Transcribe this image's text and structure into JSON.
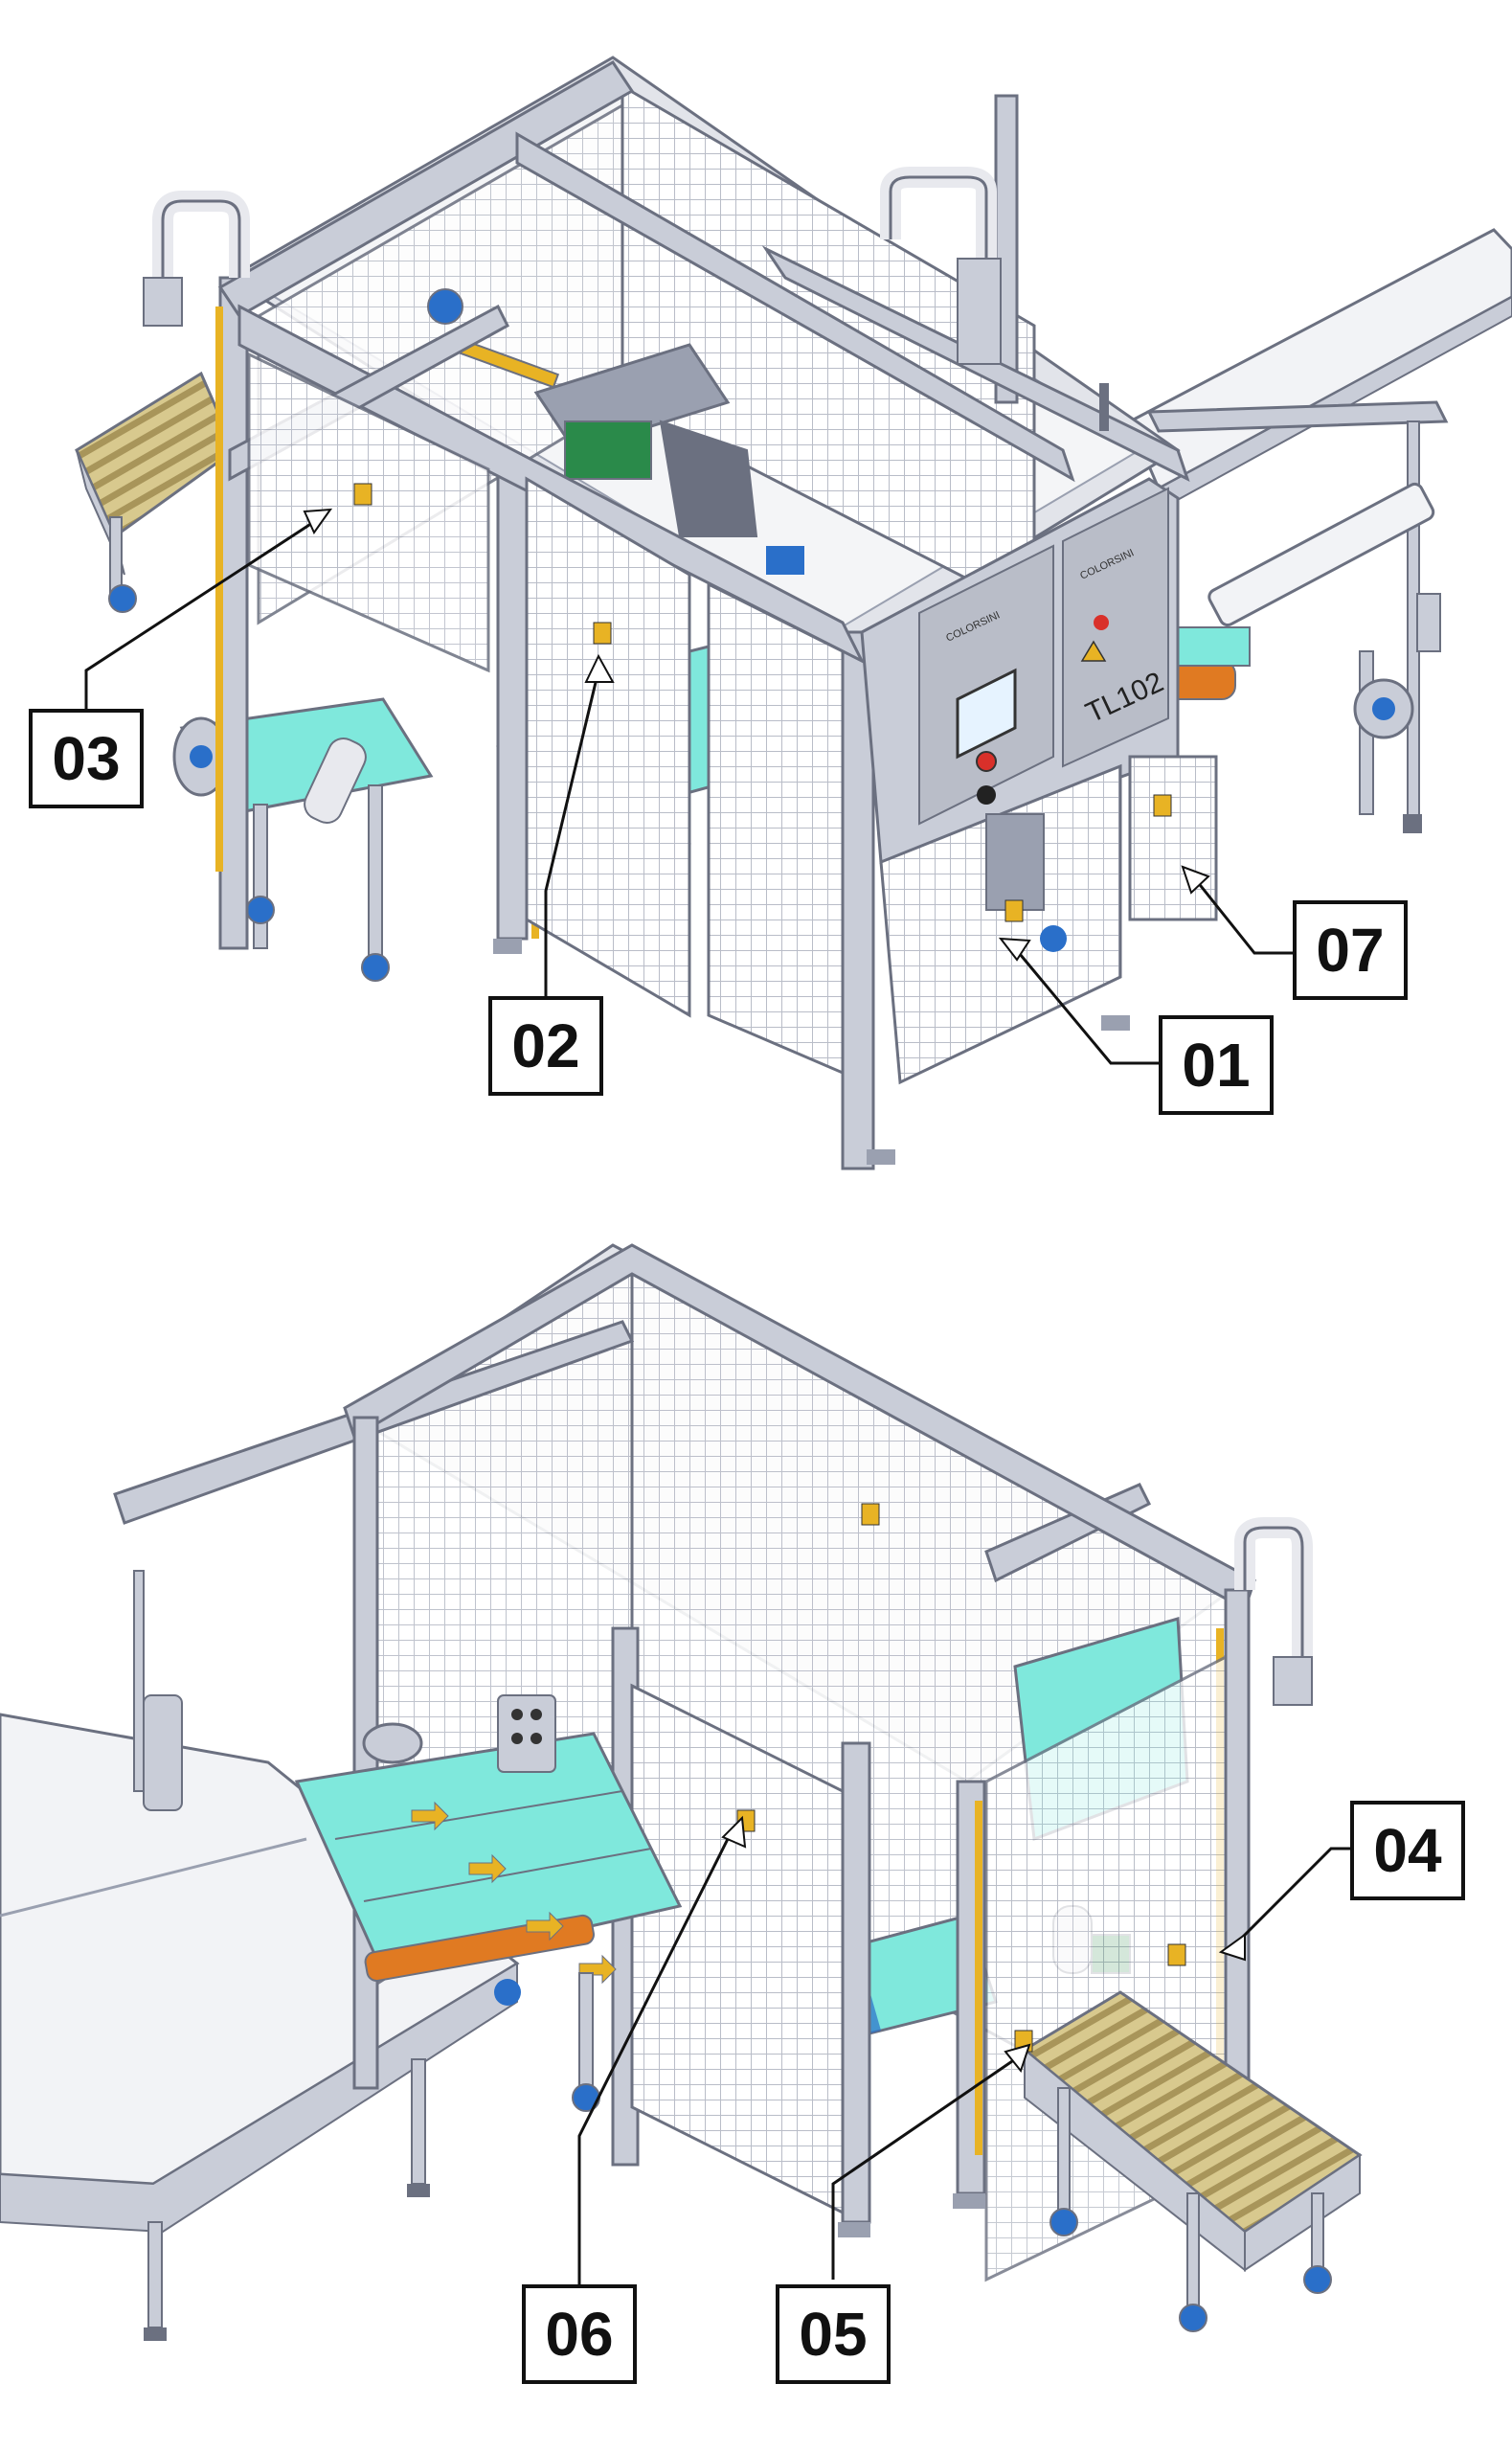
{
  "colors": {
    "frame": "#c9cdd8",
    "frame_dark": "#9aa0b0",
    "frame_edge": "#6b7080",
    "mesh": "#b9bdc8",
    "belt": "#7fe8dc",
    "roller": "#c9b77a",
    "safety_yellow": "#e8b324",
    "orange": "#e07a22",
    "blue": "#2a6fc9",
    "cabinet": "#b9bdc8",
    "conveyor_white": "#f2f3f6",
    "outline": "#111111"
  },
  "icons": [
    "arrow-icon",
    "caster-wheel-icon",
    "control-panel-icon",
    "beacon-icon"
  ],
  "machine": {
    "panel_logo": "COLORSINI",
    "model_label": "TL102"
  },
  "callouts": [
    {
      "id": "01",
      "label": "01"
    },
    {
      "id": "02",
      "label": "02"
    },
    {
      "id": "03",
      "label": "03"
    },
    {
      "id": "04",
      "label": "04"
    },
    {
      "id": "05",
      "label": "05"
    },
    {
      "id": "06",
      "label": "06"
    },
    {
      "id": "07",
      "label": "07"
    }
  ]
}
